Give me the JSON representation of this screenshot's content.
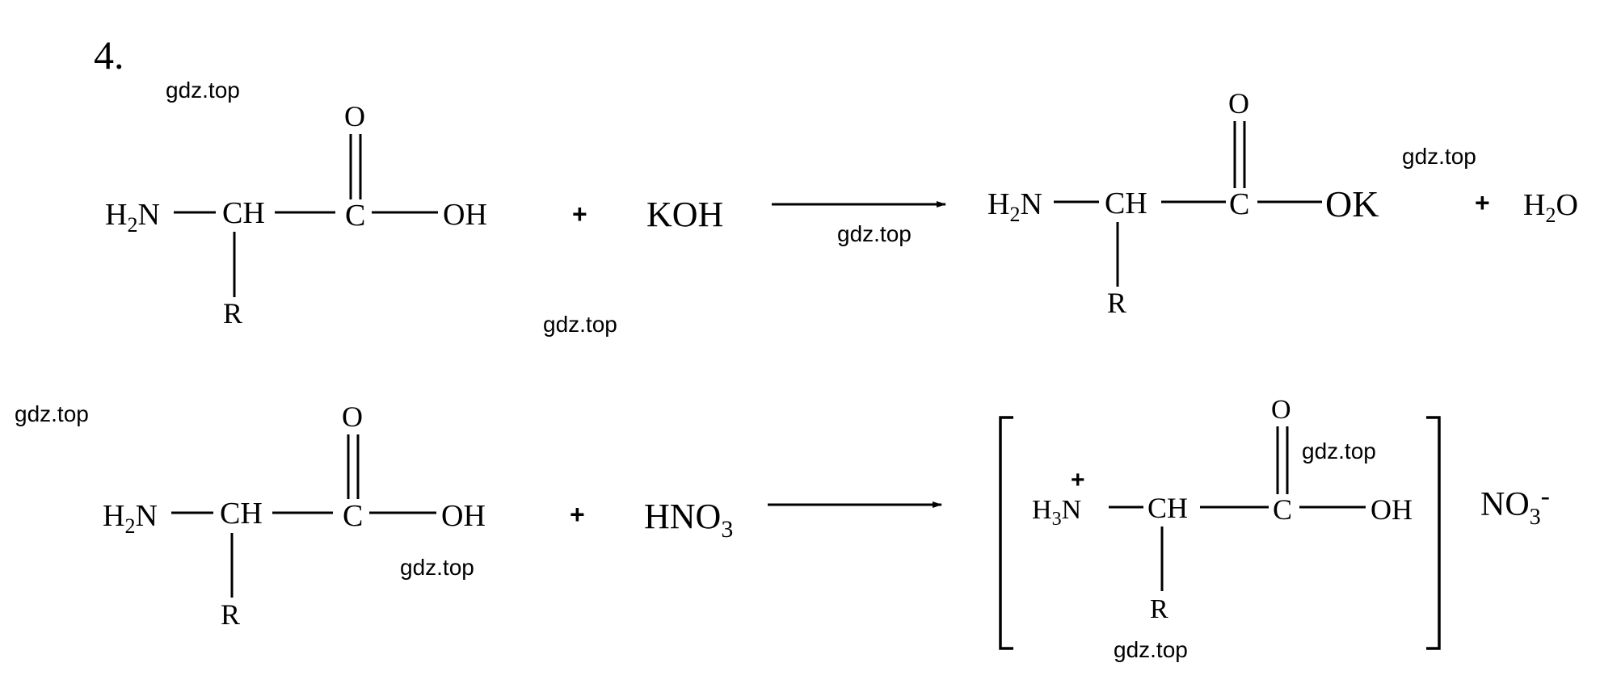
{
  "task_number": "4.",
  "watermark": "gdz.top",
  "amino_acid": {
    "h2n": [
      "H",
      "2",
      "N"
    ],
    "ch": "CH",
    "c": "C",
    "o": "O",
    "oh": "OH",
    "r": "R"
  },
  "plus": "+",
  "reaction1": {
    "reagent": "KOH",
    "product_ok": "OK",
    "water": [
      "H",
      "2",
      "O"
    ]
  },
  "reaction2": {
    "reagent": [
      "HNO",
      "3"
    ],
    "ammonium": [
      "H",
      "3",
      "N"
    ],
    "charge_plus": "+",
    "anion": [
      "NO",
      "3",
      "-"
    ]
  }
}
